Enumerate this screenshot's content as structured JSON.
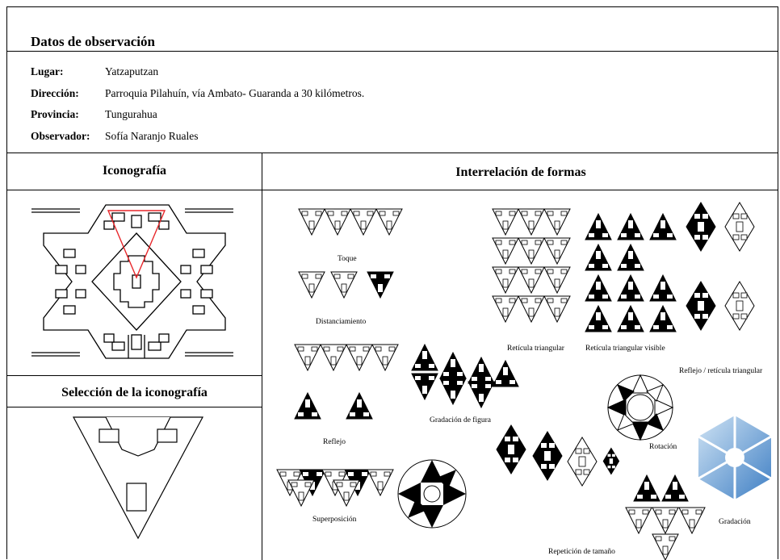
{
  "header": {
    "title": "Datos de observación"
  },
  "info": [
    {
      "label": "Lugar:",
      "value": "Yatzaputzan"
    },
    {
      "label": "Dirección:",
      "value": "Parroquia Pilahuín,  vía Ambato- Guaranda a  30 kilómetros."
    },
    {
      "label": "Provincia:",
      "value": "Tungurahua"
    },
    {
      "label": "Observador:",
      "value": "Sofía Naranjo Ruales"
    }
  ],
  "left": {
    "iconografia_title": "Iconografía",
    "seleccion_title": "Selección de la iconografía"
  },
  "right": {
    "title": "Interrelación de formas",
    "captions": {
      "toque": "Toque",
      "distanciamiento": "Distanciamiento",
      "reflejo": "Reflejo",
      "superposicion": "Superposición",
      "reticula_triangular": "Retícula triangular",
      "reticula_visible": "Retícula triangular visible",
      "reflejo_reticula": "Reflejo / retícula triangular",
      "gradacion_figura": "Gradación de figura",
      "rotacion": "Rotación",
      "gradacion": "Gradación",
      "repeticion_tamano": "Repetición de tamaño"
    }
  },
  "colors": {
    "highlight": "#e8262a",
    "gradient_light": "#cfe3f4",
    "gradient_dark": "#3f7fc4"
  }
}
